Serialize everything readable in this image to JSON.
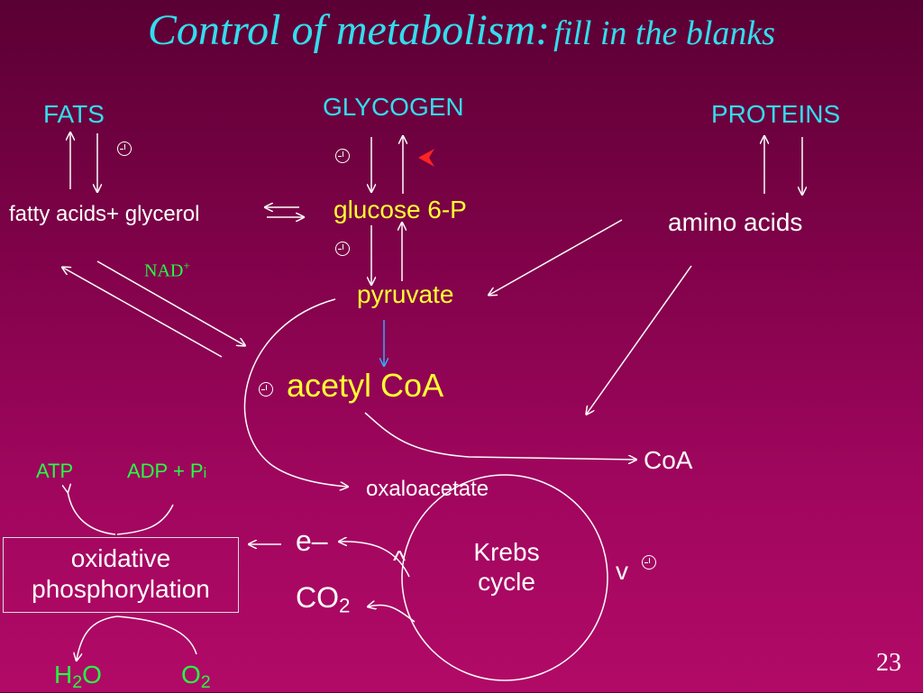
{
  "slide": {
    "title_main": "Control of metabolism:",
    "title_sub": "fill in the blanks",
    "page_number": "23"
  },
  "labels": {
    "fats": "FATS",
    "glycogen": "GLYCOGEN",
    "proteins": "PROTEINS",
    "fatty_acids": "fatty acids+ glycerol",
    "glucose6p": "glucose 6-P",
    "amino_acids": "amino acids",
    "nad": "NAD",
    "nad_sup": "+",
    "pyruvate": "pyruvate",
    "acetyl_coa": "acetyl CoA",
    "coa": "CoA",
    "oxaloacetate": "oxaloacetate",
    "atp": "ATP",
    "adp_pi": "ADP + P",
    "adp_pi_sub": "i",
    "krebs_line1": "Krebs",
    "krebs_line2": "cycle",
    "e_minus": "e–",
    "co2_main": "CO",
    "co2_sub": "2",
    "box_line1": "oxidative",
    "box_line2": "phosphorylation",
    "h2o_h": "H",
    "h2o_2": "2",
    "h2o_o": "O",
    "o2_o": "O",
    "o2_2": "2",
    "caret_left": "^",
    "caret_right": "v"
  },
  "icons": [
    "clock-icon",
    "pointer-icon"
  ],
  "colors": {
    "background_top": "#5a0034",
    "background_bottom": "#b10a67",
    "title": "#33ddee",
    "label_cyan": "#33ddee",
    "label_yellow": "#ffff33",
    "label_green": "#22ff44",
    "arrow_blue": "#33aaff",
    "pointer_red": "#ff2222"
  }
}
